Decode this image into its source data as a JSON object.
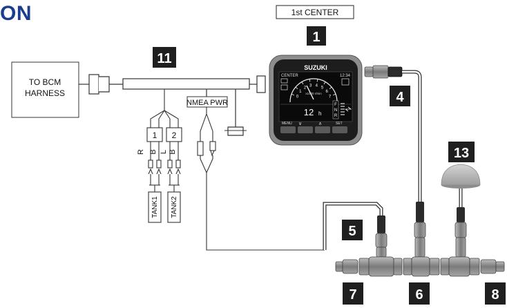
{
  "heading": "ON",
  "center_label": "1st CENTER",
  "callouts": {
    "c1": "1",
    "c4": "4",
    "c5": "5",
    "c6": "6",
    "c7": "7",
    "c8": "8",
    "c11": "11",
    "c13": "13"
  },
  "bcm": {
    "line1": "TO BCM",
    "line2": "HARNESS"
  },
  "nmea_pwr": "NMEA PWR",
  "senders": {
    "s1": "1",
    "s2": "2"
  },
  "wire_colors": {
    "w1": "R",
    "w2": "B",
    "w3": "L",
    "w4": "B"
  },
  "tanks": {
    "t1": "TANK1",
    "t2": "TANK2"
  },
  "gauge": {
    "brand": "SUZUKI",
    "mode": "CENTER",
    "time": "12:34",
    "display": "12",
    "display_unit": "h",
    "gears": [
      "F",
      "N",
      "R"
    ],
    "dial_caption": "x1000 r/min",
    "dial_numbers": [
      "0",
      "1",
      "2",
      "3",
      "4",
      "5",
      "6",
      "7"
    ],
    "buttons": {
      "menu": "MENU",
      "set": "SET",
      "down": "∨",
      "up": "∧"
    }
  },
  "colors": {
    "heading": "#1a3e8c",
    "callout_bg": "#1f1f1f",
    "gauge_body": "#1d1d1d",
    "gauge_frame": "#8d8d8d",
    "antenna": "#b9b9b9",
    "connector": "#8a8a8a"
  }
}
